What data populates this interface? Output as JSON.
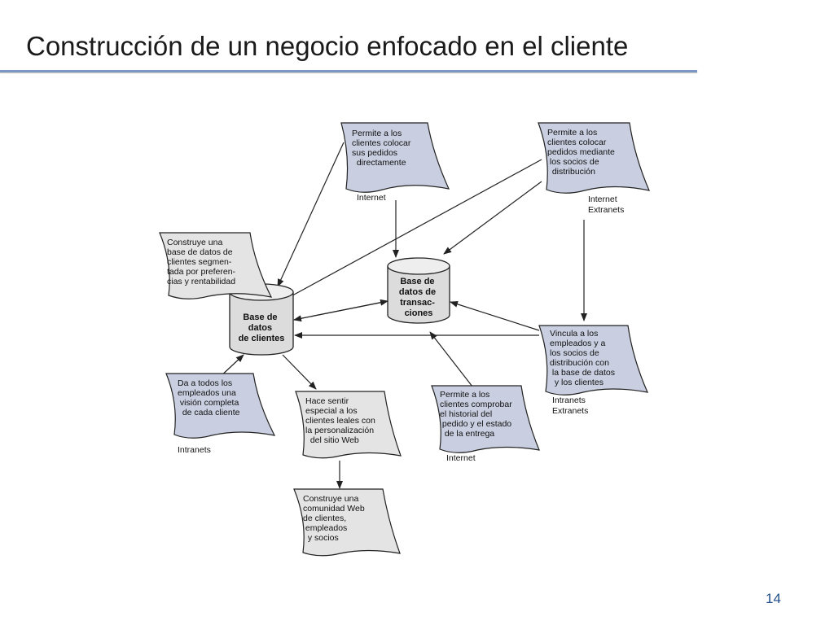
{
  "slide": {
    "title": "Construcción de un negocio enfocado en el cliente",
    "page_number": "14"
  },
  "diagram": {
    "databases": {
      "clientes": {
        "lines": [
          "Base de",
          "datos",
          "de clientes"
        ]
      },
      "transacciones": {
        "lines": [
          "Base de",
          "datos de",
          "transac-",
          "ciones"
        ]
      }
    },
    "notes": {
      "colocar_directo": {
        "lines": [
          "Permite a los",
          "clientes colocar",
          "sus pedidos",
          "  directamente"
        ],
        "fill": "#c9cfe0"
      },
      "colocar_socios": {
        "lines": [
          "Permite a los",
          "clientes colocar",
          "pedidos mediante",
          " los socios de",
          "  distribución"
        ],
        "fill": "#c9cfe0"
      },
      "base_segmentada": {
        "lines": [
          "Construye una",
          "base de datos de",
          "clientes segmen-",
          "tada por preferen-",
          "cias y rentabilidad"
        ],
        "fill": "#e4e4e4"
      },
      "vincula": {
        "lines": [
          "Vincula a los",
          "empleados y a",
          "los socios de",
          "distribución con",
          " la base de datos",
          "  y los clientes"
        ],
        "fill": "#c9cfe0"
      },
      "vision": {
        "lines": [
          "Da a todos los",
          "empleados una",
          " visión completa",
          "  de cada cliente"
        ],
        "fill": "#c9cfe0"
      },
      "especial": {
        "lines": [
          "Hace sentir",
          "especial a los",
          "clientes leales con",
          "la personalización",
          "  del sitio Web"
        ],
        "fill": "#e4e4e4"
      },
      "historial": {
        "lines": [
          "Permite a los",
          "clientes comprobar",
          "el historial del",
          " pedido y el estado",
          "  de la entrega"
        ],
        "fill": "#c9cfe0"
      },
      "comunidad": {
        "lines": [
          "Construye una",
          "comunidad Web",
          "de clientes,",
          " empleados",
          "  y socios"
        ],
        "fill": "#e4e4e4"
      }
    },
    "network_labels": {
      "internet_top": "Internet",
      "internet_extranets_top_1": "Internet",
      "internet_extranets_top_2": "Extranets",
      "intranets_extranets_right_1": "Intranets",
      "intranets_extranets_right_2": "Extranets",
      "intranets_left": "Intranets",
      "internet_bottom": "Internet"
    }
  },
  "colors": {
    "title_rule": "#7b98c4",
    "page_number": "#1f4f8a",
    "note_blue": "#c9cfe0",
    "note_gray": "#e4e4e4",
    "db_fill": "#dcdcdc",
    "stroke": "#222222"
  }
}
